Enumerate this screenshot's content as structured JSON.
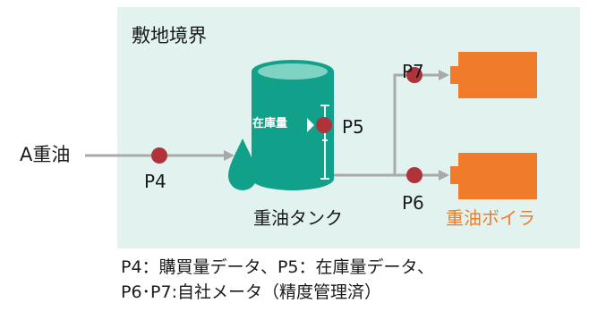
{
  "site": {
    "label": "敷地境界"
  },
  "input": {
    "label": "A重油"
  },
  "points": {
    "p4": "P4",
    "p5": "P5",
    "p6": "P6",
    "p7": "P7"
  },
  "tank": {
    "label": "重油タンク",
    "stock_label": "在庫量"
  },
  "boiler": {
    "label": "重油ボイラ"
  },
  "notes": {
    "line1": "P4：購買量データ、P5：在庫量データ、",
    "line2": "P6･P7:自社メータ（精度管理済）"
  },
  "colors": {
    "site_area": "#e2f3ef",
    "tank": "#11a08a",
    "tank_top": "#7fd3c3",
    "boiler": "#ef7b2b",
    "point": "#b0333c",
    "pipe": "#a9a9a9",
    "boiler_text": "#ef7b2b"
  }
}
